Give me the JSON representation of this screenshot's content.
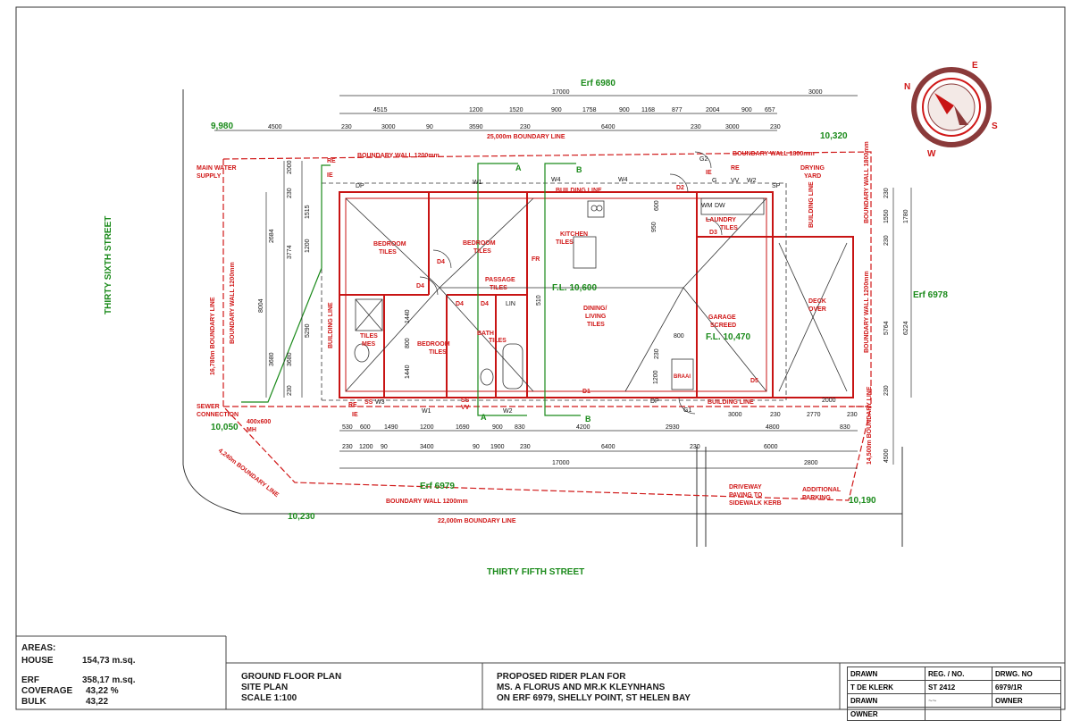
{
  "labels": {
    "erf_north": "Erf 6980",
    "erf_south": "Erf 6979",
    "erf_east": "Erf 6978",
    "street_west": "THIRTY SIXTH STREET",
    "street_south": "THIRTY FIFTH STREET",
    "level_nw": "9,980",
    "level_ne": "10,320",
    "level_sw": "10,050",
    "level_se": "10,190",
    "level_bottom": "10,230",
    "fl_main": "F.L. 10,600",
    "fl_garage": "F.L. 10,470",
    "boundary_top": "25,000m BOUNDARY LINE",
    "boundary_bottom": "22,000m BOUNDARY LINE",
    "boundary_west": "16,780m BOUNDARY LINE",
    "boundary_east": "14,500m BOUNDARY LINE",
    "boundary_diag": "4,240m BOUNDARY LINE",
    "bwall_top": "BOUNDARY WALL 1200mm",
    "bwall_top_right": "BOUNDARY WALL 1800mm",
    "bwall_right": "BOUNDARY WALL 1800mm",
    "bwall_left": "BOUNDARY WALL 1200mm",
    "bwall_right_lower": "BOUNDARY WALL 1200mm",
    "bwall_bottom": "BOUNDARY WALL 1200mm",
    "building_line_top": "BUILDING LINE",
    "building_line_bottom": "BUILDING LINE",
    "building_line_left": "BUILDING LINE",
    "building_line_right": "BUILDING LINE",
    "main_water": "MAIN WATER",
    "supply": "SUPPLY",
    "sewer": "SEWER",
    "connection": "CONNECTION",
    "mh": "400x600",
    "mh2": "MH",
    "drying": "DRYING",
    "yard": "YARD",
    "driveway1": "DRIVEWAY",
    "driveway2": "PAVING TO",
    "driveway3": "SIDEWALK KERB",
    "additional1": "ADDITIONAL",
    "additional2": "PARKING"
  },
  "rooms": [
    {
      "id": "bedroom1",
      "line1": "BEDROOM",
      "line2": "TILES"
    },
    {
      "id": "bedroom2",
      "line1": "BEDROOM",
      "line2": "TILES"
    },
    {
      "id": "kitchen",
      "line1": "KITCHEN",
      "line2": "TILES"
    },
    {
      "id": "laundry",
      "line1": "LAUNDRY",
      "line2": "TILES"
    },
    {
      "id": "passage",
      "line1": "PASSAGE",
      "line2": "TILES"
    },
    {
      "id": "dining",
      "line1": "DINING/",
      "line2": "LIVING",
      "line3": "TILES"
    },
    {
      "id": "garage",
      "line1": "GARAGE",
      "line2": "SCREED"
    },
    {
      "id": "deck",
      "line1": "DECK",
      "line2": "OVER"
    },
    {
      "id": "tiles_mes",
      "line1": "TILES",
      "line2": "MES"
    },
    {
      "id": "bedroom3",
      "line1": "BEDROOM",
      "line2": "TILES"
    },
    {
      "id": "bath",
      "line1": "BATH",
      "line2": "TILES"
    }
  ],
  "dims": {
    "top_overall": [
      "17000",
      "3000"
    ],
    "top_row1": [
      "4515",
      "1200",
      "1520",
      "900",
      "1758",
      "900",
      "1168",
      "877",
      "2004",
      "900",
      "657"
    ],
    "top_row2": [
      "4500",
      "230",
      "3000",
      "90",
      "3590",
      "230",
      "6400",
      "230",
      "3000",
      "230"
    ],
    "bottom_row1": [
      "530",
      "600",
      "1490",
      "1200",
      "1690",
      "900",
      "830",
      "4200",
      "2930",
      "3000",
      "230",
      "2770",
      "230"
    ],
    "bottom_row2": [
      "230",
      "1200",
      "90",
      "3400",
      "90",
      "1900",
      "230",
      "6400",
      "230",
      "4800",
      "830"
    ],
    "bottom_overall": [
      "17000",
      "2800"
    ],
    "bottom_extra": [
      "6000",
      "2000"
    ],
    "left_col": [
      "2000",
      "230",
      "1515",
      "2684",
      "1200",
      "3774",
      "8004",
      "5290",
      "3680",
      "3680",
      "230"
    ],
    "right_col": [
      "230",
      "1550",
      "1780",
      "230",
      "5764",
      "6224",
      "230",
      "4500"
    ],
    "inner": [
      "950",
      "600",
      "800",
      "1200",
      "230",
      "1440",
      "800",
      "1440",
      "510"
    ]
  },
  "tags": {
    "doors": [
      "D1",
      "D2",
      "D3",
      "D4",
      "D4",
      "D4",
      "D4",
      "D5",
      "G1",
      "G2"
    ],
    "windows": [
      "W1",
      "W1",
      "W2",
      "W2",
      "W3",
      "W4",
      "W4"
    ],
    "misc": [
      "RE",
      "IE",
      "DP",
      "DP",
      "SP",
      "RE",
      "IE",
      "VV",
      "G",
      "SS",
      "SS",
      "VV",
      "IE",
      "RE",
      "FR",
      "LIN",
      "WM",
      "DW",
      "BRAAI",
      "A",
      "A",
      "B",
      "B"
    ]
  },
  "title_block": {
    "areas_title": "AREAS:",
    "house_label": "HOUSE",
    "house_value": "154,73 m.sq.",
    "erf_label": "ERF",
    "erf_value": "358,17 m.sq.",
    "coverage_label": "COVERAGE",
    "coverage_value": "43,22 %",
    "bulk_label": "BULK",
    "bulk_value": "43,22",
    "plan_title1": "GROUND FLOOR PLAN",
    "plan_title2": "SITE PLAN",
    "plan_scale": "SCALE 1:100",
    "project1": "PROPOSED RIDER PLAN FOR",
    "project2": "MS. A FLORUS AND MR.K KLEYNHANS",
    "project3": "ON ERF 6979, SHELLY POINT, ST HELEN BAY",
    "hdr_drawn": "DRAWN",
    "hdr_reg": "REG. / NO.",
    "hdr_drwg": "DRWG. NO",
    "drawn_by": "T DE KLERK",
    "reg_no": "ST 2412",
    "drwg_no": "6979/1R",
    "row3_drawn": "DRAWN",
    "row3_owner": "OWNER",
    "row4_owner": "OWNER"
  },
  "compass": {
    "n": "N",
    "e": "E",
    "s": "S",
    "w": "W"
  },
  "colors": {
    "red": "#d01818",
    "green": "#1a8a1a",
    "line": "#222222"
  }
}
